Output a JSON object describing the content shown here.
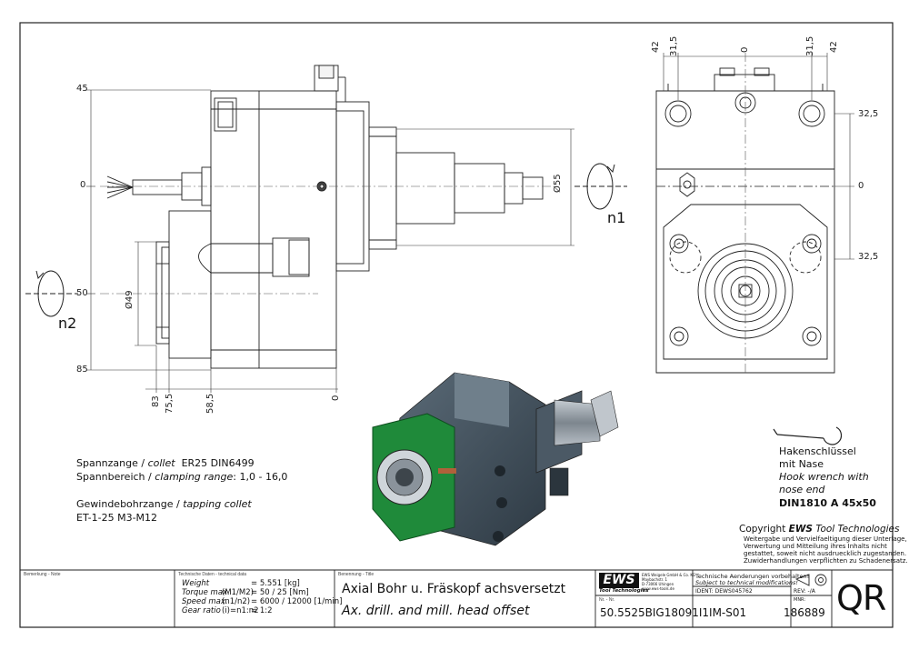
{
  "dimensions": {
    "left_view": {
      "y45": "45",
      "y0": "0",
      "y50": "50",
      "y85": "85",
      "dia55": "Ø55",
      "dia49": "Ø49",
      "x83": "83",
      "x75_5": "75,5",
      "x58_5": "58,5",
      "x0": "0",
      "n1": "n1",
      "n2": "n2"
    },
    "right_view": {
      "top_42_left": "42",
      "top_31_5_left": "31,5",
      "top_0": "0",
      "top_31_5_right": "31,5",
      "top_42_right": "42",
      "side_32_5_top": "32,5",
      "side_0": "0",
      "side_32_5_bottom": "32,5"
    }
  },
  "notes": {
    "collet_line1_de": "Spannzange /",
    "collet_line1_en": "collet",
    "collet_line1_val": "ER25    DIN6499",
    "range_de": "Spannbereich /",
    "range_en": "clamping range",
    "range_val": ": 1,0 - 16,0",
    "tap_de": "Gewindebohrzange /",
    "tap_en": "tapping collet",
    "tap_val": "ET-1-25   M3-M12"
  },
  "wrench": {
    "de1": "Hakenschlüssel",
    "de2": "mit Nase",
    "en1": "Hook wrench with",
    "en2": "nose end",
    "std": "DIN1810  A  45x50"
  },
  "copyright": {
    "prefix": "Copyright",
    "brand": "EWS",
    "suffix": "Tool Technologies",
    "l1": "Weitergabe und Vervielfaeltigung dieser Unterlage,",
    "l2": "Verwertung und Mitteilung ihres Inhalts nicht",
    "l3": "gestattet, soweit nicht ausdruecklich zugestanden.",
    "l4": "Zuwiderhandlungen verpflichten zu Schadenersatz."
  },
  "title_block": {
    "note_label": "Bemerkung - Note",
    "tech_label": "Technische Daten - technical data",
    "title_label": "Benennung - Title",
    "weight_lbl": "Weight",
    "weight_val": "=   5.551 [kg]",
    "torque_lbl": "Torque max.",
    "torque_sub": "(M1/M2)",
    "torque_val": "=   50 / 25 [Nm]",
    "speed_lbl": "Speed max.",
    "speed_sub": "(n1/n2)",
    "speed_val": "=   6000 / 12000 [1/min]",
    "ratio_lbl": "Gear ratio",
    "ratio_sub": "(i)=n1:n2",
    "ratio_val": "=   1:2",
    "title_de": "Axial Bohr u. Fräskopf achsversetzt",
    "title_en": "Ax. drill. and mill. head offset",
    "logo": "EWS",
    "logo_sub": "Tool Technologies",
    "company_l1": "EWS Weigele GmbH & Co. KG",
    "company_l2": "Maybachstr. 1",
    "company_l3": "D-73066 Uhingen",
    "company_l4": "www.ews-tools.de",
    "nr_label": "Nr. - Nr.",
    "part_no": "50.5525BIG18091I1IM-S01",
    "change_de": "Technische Aenderungen vorbehalten!",
    "change_en": "Subject to technical modifications!",
    "ident_lbl": "IDENT:",
    "ident_val": "DEWS045762",
    "rev_lbl": "REV:",
    "rev_val": "-/A",
    "mnr_lbl": "MNR:",
    "mnr_val": "186889",
    "qr": "QR"
  },
  "colors": {
    "line": "#1a1a1a",
    "body_dark": "#3d4a56",
    "flange_green": "#1f8a3a",
    "steel": "#9aa3ab"
  }
}
